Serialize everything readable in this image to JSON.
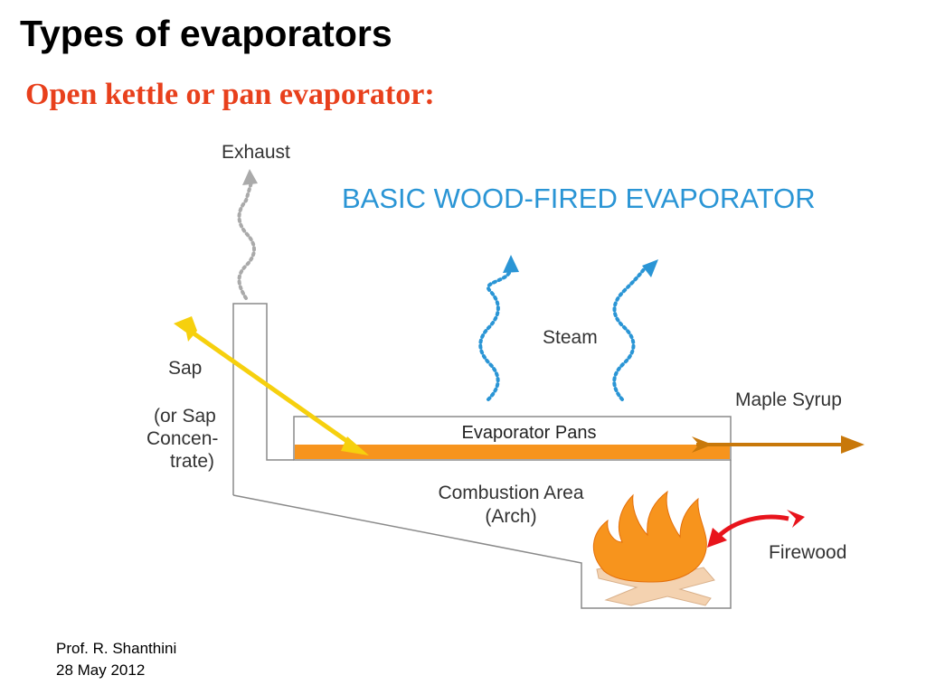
{
  "slide": {
    "title": "Types of evaporators",
    "subtitle": "Open kettle or pan evaporator:",
    "subtitle_color": "#e8401c"
  },
  "diagram": {
    "heading": "BASIC WOOD-FIRED EVAPORATOR",
    "heading_color": "#2a95d5",
    "labels": {
      "exhaust": "Exhaust",
      "steam": "Steam",
      "sap": "Sap",
      "sap_note": [
        "(or Sap",
        "Concen-",
        "trate)"
      ],
      "maple_syrup": "Maple Syrup",
      "evaporator_pans": "Evaporator Pans",
      "combustion_area": [
        "Combustion Area",
        "(Arch)"
      ],
      "firewood": "Firewood"
    },
    "colors": {
      "exhaust_arrow": "#aaaaaa",
      "steam_arrow": "#2a95d5",
      "sap_arrow": "#f6d00e",
      "pan_fill": "#f7941d",
      "syrup_arrow": "#c8780a",
      "firewood_arrow": "#e8141c",
      "flame": "#f7941d",
      "wood": "#f4d2b0"
    }
  },
  "footer": {
    "author": "Prof. R. Shanthini",
    "date": "28 May 2012"
  }
}
